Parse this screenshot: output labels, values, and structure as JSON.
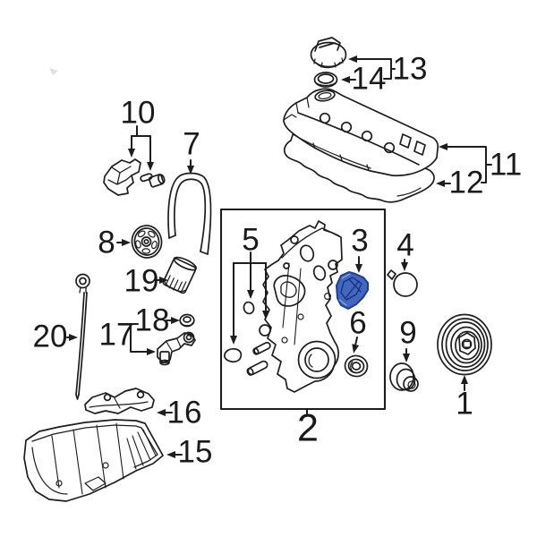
{
  "page": {
    "background": "#ffffff"
  },
  "diagram": {
    "ink": "#1d1d1b",
    "highlight_fill": "#4366bf",
    "highlight_stroke": "#1d3d92",
    "selected_callout": "3"
  },
  "callouts": [
    {
      "label": "1",
      "part": "crankshaft-pulley"
    },
    {
      "label": "2",
      "part": "timing-cover-group"
    },
    {
      "label": "3",
      "part": "selected-bracket"
    },
    {
      "label": "4",
      "part": "sealing-cap"
    },
    {
      "label": "5",
      "part": "o-ring-and-dowel-set"
    },
    {
      "label": "6",
      "part": "oil-seal"
    },
    {
      "label": "7",
      "part": "drive-belt"
    },
    {
      "label": "8",
      "part": "sprocket"
    },
    {
      "label": "9",
      "part": "seal-plug"
    },
    {
      "label": "10",
      "part": "mount-bracket-set"
    },
    {
      "label": "11",
      "part": "valve-cover"
    },
    {
      "label": "12",
      "part": "valve-cover-gasket"
    },
    {
      "label": "13",
      "part": "oil-filler-cap"
    },
    {
      "label": "14",
      "part": "filler-cap-gasket"
    },
    {
      "label": "15",
      "part": "oil-pan"
    },
    {
      "label": "16",
      "part": "baffle-plate"
    },
    {
      "label": "17",
      "part": "oil-filter-base"
    },
    {
      "label": "18",
      "part": "grommet"
    },
    {
      "label": "19",
      "part": "oil-filter"
    },
    {
      "label": "20",
      "part": "dipstick"
    }
  ]
}
